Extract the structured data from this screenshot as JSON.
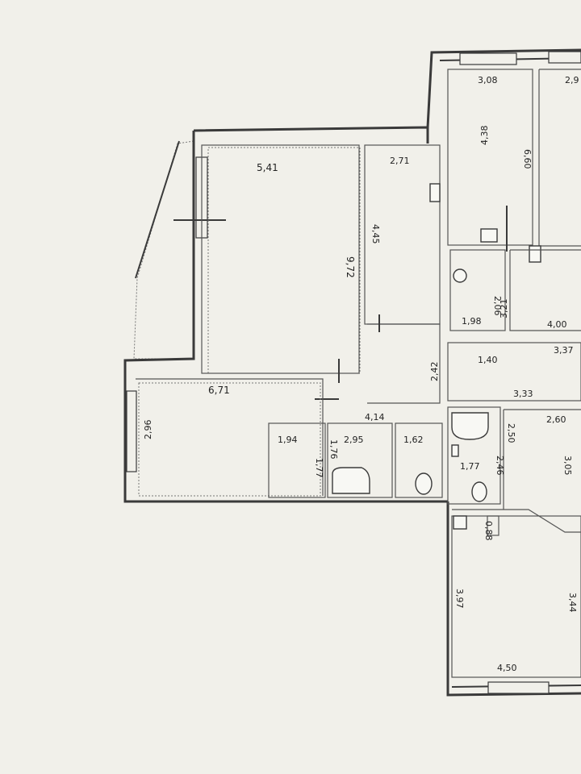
{
  "plan": {
    "background": "#f1f0ea",
    "wall_color": "#3a3a3a",
    "dimensions": {
      "living_width": "5,41",
      "living_length": "9,72",
      "room_a_width": "2,71",
      "room_a_length": "4,45",
      "bedroom_top_width": "3,08",
      "bedroom_top_length": "4,38",
      "right_room_length": "6,60",
      "right_room_width_partial": "2,9",
      "bath_small_width": "1,98",
      "bath_small_length": "2,06",
      "right_mid_length": "3,21",
      "right_mid_width": "4,00",
      "corridor_a": "1,40",
      "corridor_b": "3,37",
      "corridor_c": "3,33",
      "corridor_length": "2,42",
      "kitchen_width": "6,71",
      "kitchen_length": "2,96",
      "hall_width": "4,14",
      "closet_width": "1,94",
      "closet_length": "1,77",
      "wc_width": "2,95",
      "wc_length": "1,76",
      "wc2_width": "1,62",
      "bath_right_length": "2,50",
      "bath_right_width": "1,77",
      "bath_right_extra": "2,46",
      "room_right_width": "2,60",
      "room_right_length": "3,05",
      "bottom_room_length": "3,97",
      "bottom_room_length2": "3,44",
      "bottom_room_width": "4,50",
      "small_label": "0,88"
    }
  }
}
